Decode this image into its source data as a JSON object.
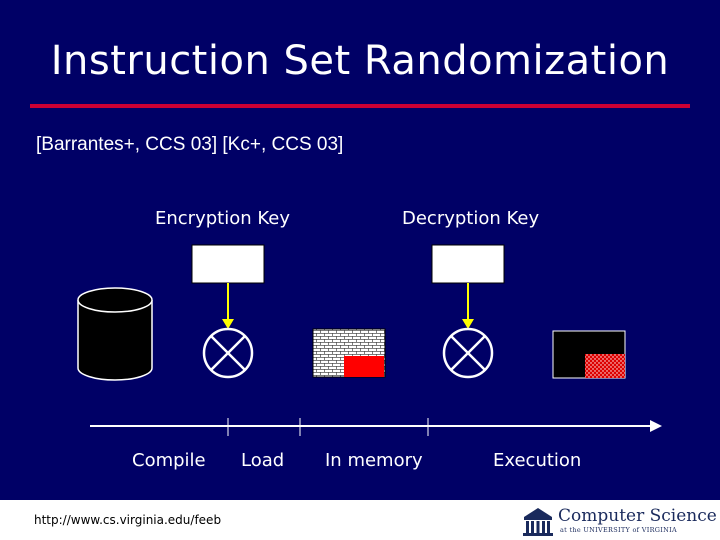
{
  "slide": {
    "title": "Instruction Set Randomization",
    "citation": "[Barrantes+, CCS 03] [Kc+, CCS 03]"
  },
  "diagram": {
    "encryption_key_label": "Encryption Key",
    "decryption_key_label": "Decryption Key",
    "timeline_labels": {
      "compile": "Compile",
      "load": "Load",
      "in_memory": "In memory",
      "execution": "Execution"
    }
  },
  "footer": {
    "url": "http://www.cs.virginia.edu/feeb",
    "logo_title": "Computer Science",
    "logo_subtitle": "at the UNIVERSITY of VIRGINIA"
  },
  "colors": {
    "background": "#000066",
    "rule": "#cc0033",
    "key_box": "#ffffff",
    "encrypted_block": "#ff0000"
  }
}
